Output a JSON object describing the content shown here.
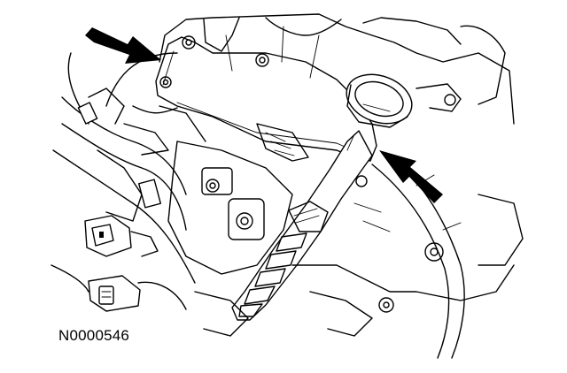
{
  "figure": {
    "reference_code": "N0000546",
    "callouts": [
      {
        "name": "upper-left-arrow",
        "points_to": "front-cover-upper-bolt"
      },
      {
        "name": "right-arrow",
        "points_to": "oil-filler-tube-bracket"
      }
    ],
    "colors": {
      "line": "#000000",
      "background": "#ffffff"
    }
  }
}
